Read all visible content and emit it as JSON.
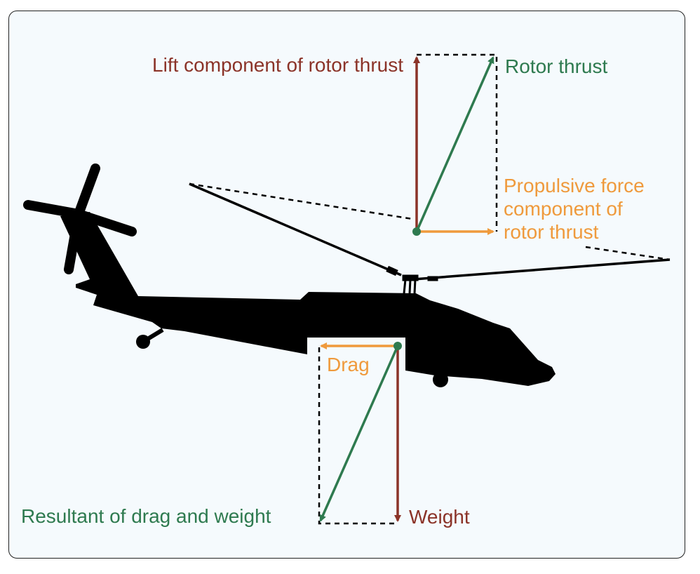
{
  "labels": {
    "lift": "Lift component of rotor thrust",
    "rotor_thrust": "Rotor thrust",
    "propulsive": [
      "Propulsive force",
      "component of",
      "rotor thrust"
    ],
    "drag": "Drag",
    "resultant": "Resultant of drag and weight",
    "weight": "Weight"
  },
  "colors": {
    "lift": "#8b3328",
    "thrust": "#2e7a4f",
    "propulsive": "#ef9a3c",
    "background": "#f5fafd",
    "silhouette": "#000000"
  }
}
